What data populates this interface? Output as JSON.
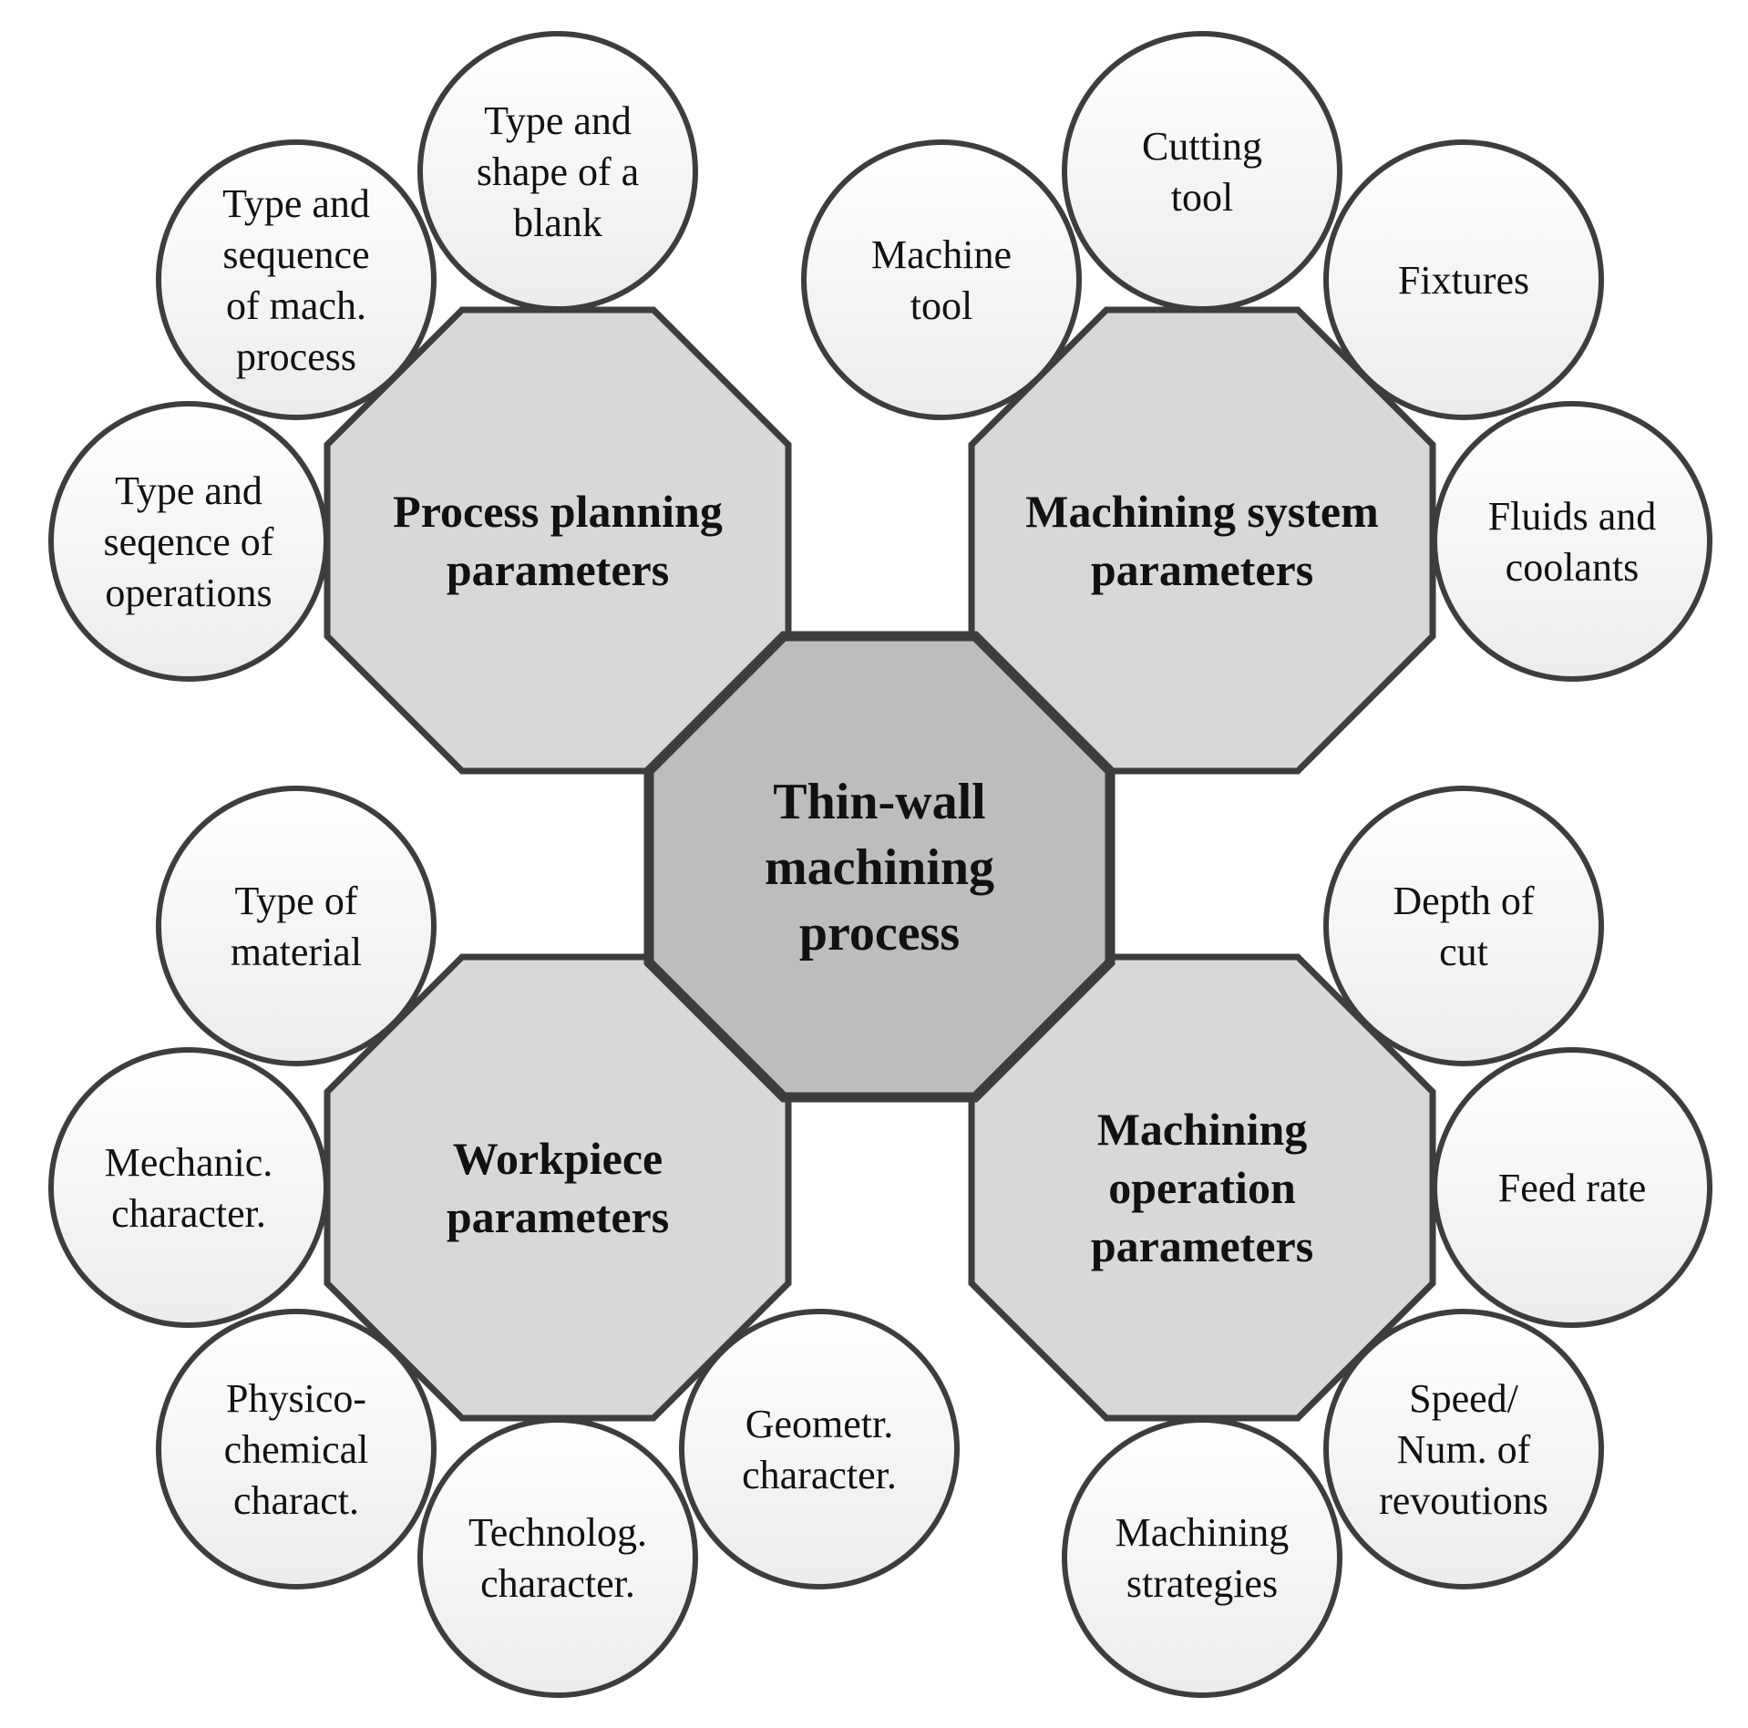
{
  "center": {
    "lines": [
      "Thin-wall",
      "machining",
      "process"
    ]
  },
  "groups": [
    {
      "lines": [
        "Process planning",
        "parameters"
      ],
      "items": [
        {
          "lines": [
            "Type and",
            "shape of a",
            "blank"
          ]
        },
        {
          "lines": [
            "Type and",
            "sequence",
            "of mach.",
            "process"
          ]
        },
        {
          "lines": [
            "Type and",
            "seqence of",
            "operations"
          ]
        }
      ]
    },
    {
      "lines": [
        "Machining system",
        "parameters"
      ],
      "items": [
        {
          "lines": [
            "Machine",
            "tool"
          ]
        },
        {
          "lines": [
            "Cutting",
            "tool"
          ]
        },
        {
          "lines": [
            "Fixtures"
          ]
        },
        {
          "lines": [
            "Fluids and",
            "coolants"
          ]
        }
      ]
    },
    {
      "lines": [
        "Workpiece",
        "parameters"
      ],
      "items": [
        {
          "lines": [
            "Type of",
            "material"
          ]
        },
        {
          "lines": [
            "Mechanic.",
            "character."
          ]
        },
        {
          "lines": [
            "Physico-",
            "chemical",
            "charact."
          ]
        },
        {
          "lines": [
            "Technolog.",
            "character."
          ]
        },
        {
          "lines": [
            "Geometr.",
            "character."
          ]
        }
      ]
    },
    {
      "lines": [
        "Machining",
        "operation",
        "parameters"
      ],
      "items": [
        {
          "lines": [
            "Depth of",
            "cut"
          ]
        },
        {
          "lines": [
            "Feed rate"
          ]
        },
        {
          "lines": [
            "Speed/",
            "Num. of",
            "revoutions"
          ]
        },
        {
          "lines": [
            "Machining",
            "strategies"
          ]
        }
      ]
    }
  ],
  "colors": {
    "stroke": "#3d3d3d",
    "center_fill": "#bdbdbd",
    "octagon_fill": "#d8d8d8",
    "circle_fill_top": "#ffffff",
    "circle_fill_bottom": "#ececec"
  }
}
